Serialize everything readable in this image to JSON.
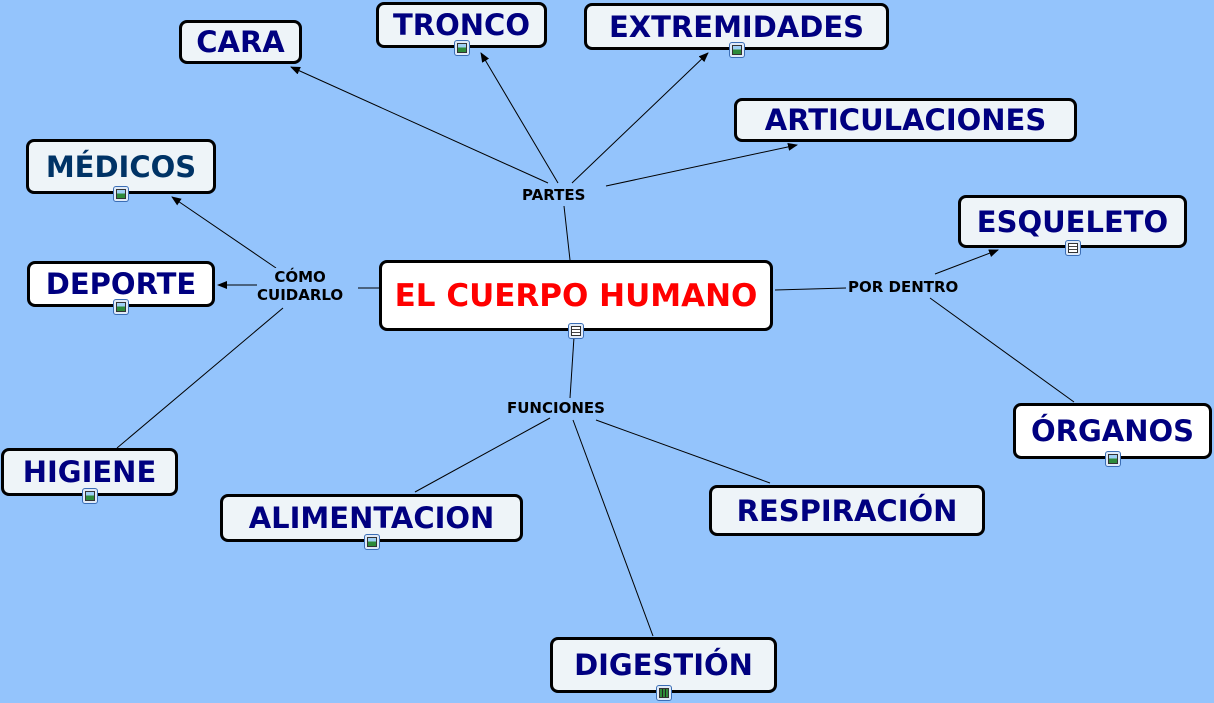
{
  "map": {
    "center": "EL CUERPO HUMANO",
    "links": {
      "parts": "PARTES",
      "care": "CÓMO\nCUIDARLO",
      "care_line1": "CÓMO",
      "care_line2": "CUIDARLO",
      "inside": "POR DENTRO",
      "functions": "FUNCIONES"
    },
    "concepts": {
      "cara": "CARA",
      "tronco": "TRONCO",
      "extremidades": "EXTREMIDADES",
      "articulaciones": "ARTICULACIONES",
      "medicos": "MÉDICOS",
      "deporte": "DEPORTE",
      "higiene": "HIGIENE",
      "esqueleto": "ESQUELETO",
      "organos": "ÓRGANOS",
      "alimentacion": "ALIMENTACION",
      "respiracion": "RESPIRACIÓN",
      "digestion": "DIGESTIÓN"
    }
  },
  "colors": {
    "background": "#94c4fc",
    "concept_text": "#000080",
    "center_text": "#ff0000"
  }
}
